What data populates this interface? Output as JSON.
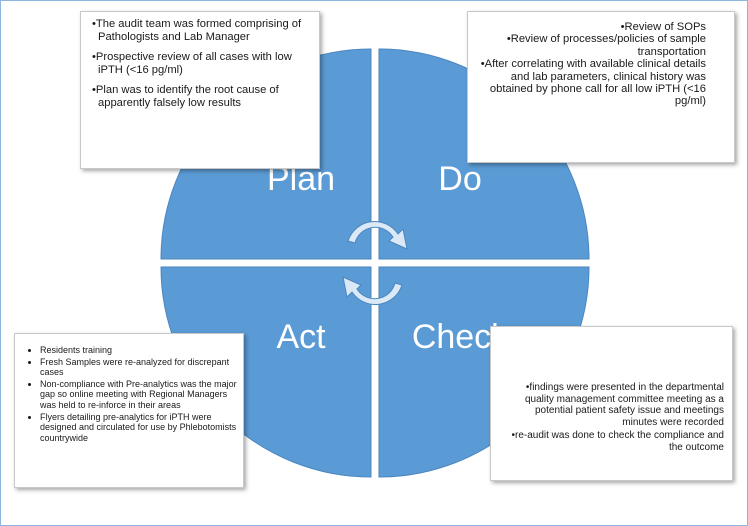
{
  "quadrants": {
    "plan": "Plan",
    "do": "Do",
    "act": "Act",
    "check": "Check"
  },
  "plan_box": {
    "items": [
      "The audit team was formed comprising of Pathologists and Lab Manager",
      "Prospective review of all cases with low iPTH (<16 pg/ml)",
      "Plan was to identify the root cause of apparently falsely low results"
    ]
  },
  "do_box": {
    "items": [
      "Review of SOPs",
      "Review of processes/policies of sample transportation",
      "After correlating with available clinical details and lab parameters, clinical history was obtained by phone call for all low iPTH (<16 pg/ml)"
    ]
  },
  "act_box": {
    "items": [
      "Residents training",
      "Fresh Samples were re-analyzed for discrepant cases",
      "Non-compliance with Pre-analytics was the major gap so online meeting with Regional Managers was held to re-inforce in their areas",
      "Flyers detailing pre-analytics for iPTH were designed and circulated for use by Phlebotomists countrywide"
    ]
  },
  "check_box": {
    "items": [
      "findings were presented in the departmental quality management committee meeting as a potential patient safety issue and meetings minutes were recorded",
      "re-audit was done to check the compliance and the outcome"
    ]
  },
  "colors": {
    "quadrant_fill": "#5b9bd5",
    "quadrant_edge": "#4a86c0",
    "arrow_fill": "#dbe8f6"
  }
}
